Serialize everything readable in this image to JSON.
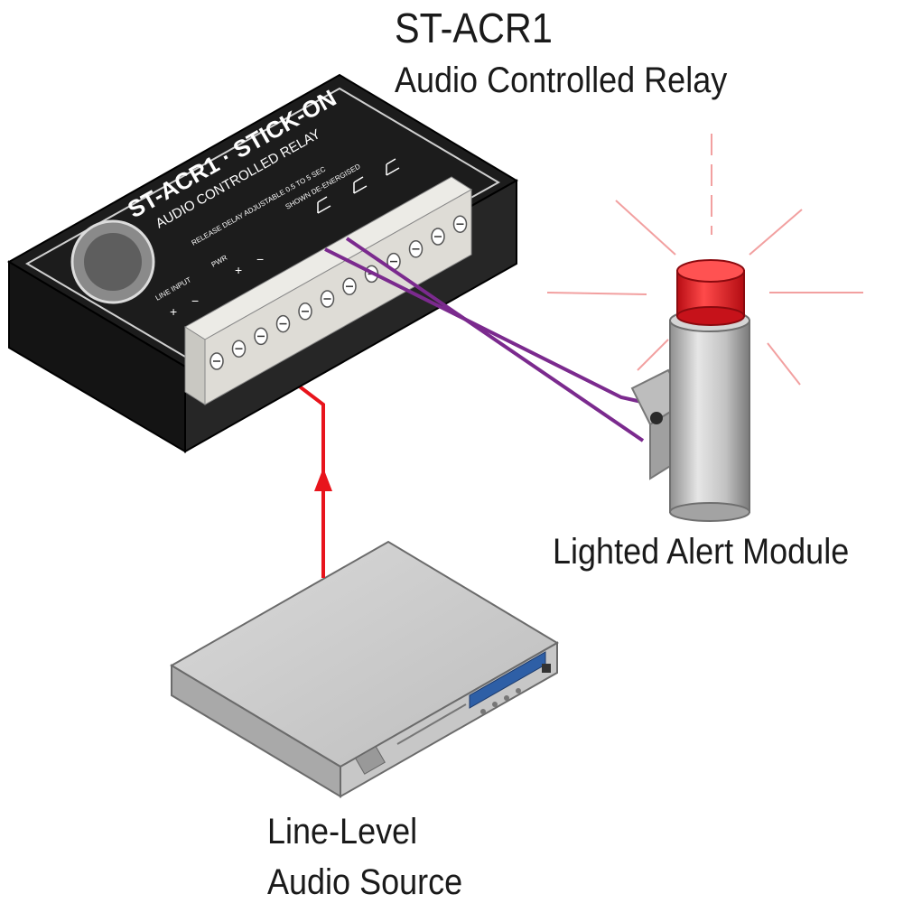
{
  "title": {
    "model": "ST-ACR1",
    "subtitle": "Audio Controlled Relay"
  },
  "device": {
    "top_text": "ST-ACR1 · STICK-ON",
    "sub_text": "AUDIO CONTROLLED RELAY",
    "delay_text": "RELEASE DELAY ADJUSTABLE 0.5 TO 5 SEC",
    "shown_text": "SHOWN DE-ENERGISED",
    "line_input_label": "LINE INPUT",
    "pwr_label": "PWR",
    "plus": "+",
    "minus": "−"
  },
  "alert_module": {
    "label": "Lighted Alert Module"
  },
  "audio_source": {
    "line1": "Line-Level",
    "line2": "Audio Source"
  },
  "colors": {
    "device_body": "#1c1c1c",
    "terminal_block": "#ecebe6",
    "signal_wire": "#e8141c",
    "relay_wire": "#7b2a8e",
    "alert_lens": "#e3171f",
    "alert_body": "#c4c4c4",
    "source_box": "#cfcfcf",
    "display": "#2e5fa6"
  },
  "icons": [
    "signal-arrow-icon",
    "alert-light-ray-icon",
    "screw-terminal-icon"
  ]
}
